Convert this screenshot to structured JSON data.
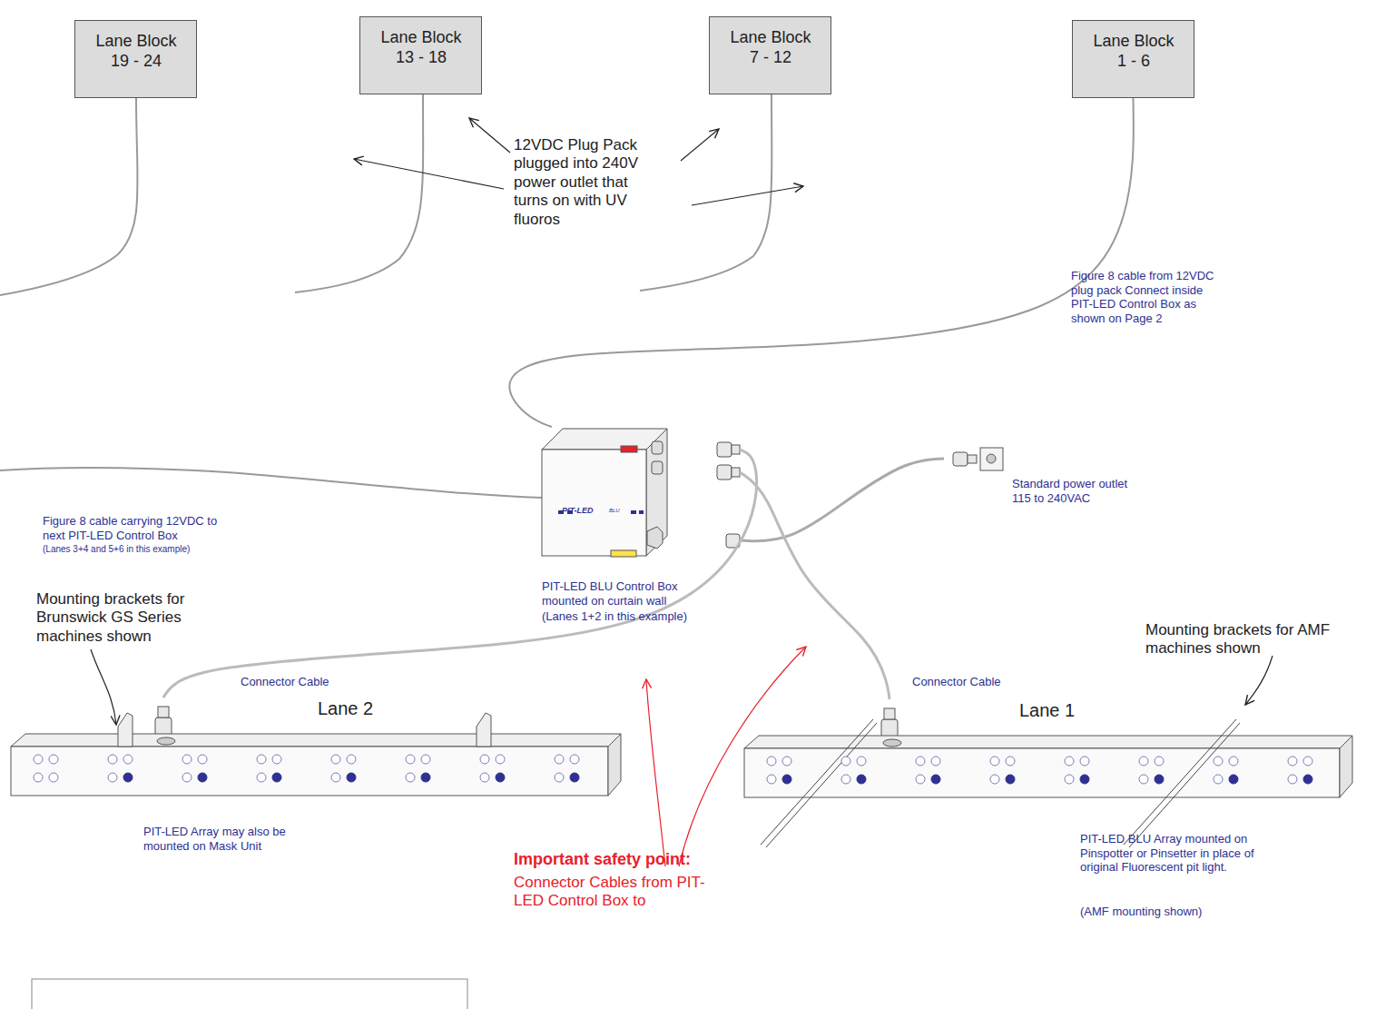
{
  "diagram": {
    "nodes": [
      {
        "text": [
          "Lane Block 19 - 24"
        ]
      },
      {
        "text": [
          "Lane Block 13 - 18"
        ]
      },
      {
        "text": [
          "Lane Block 7 - 12"
        ]
      },
      {
        "text": [
          "Lane Block 1 - 6"
        ]
      },
      {
        "text": [
          "PIT-LED",
          "BLU",
          "PIT-LED BLU Control Box mounted on curtain wall",
          "(Lanes 1+2 in this example)"
        ]
      },
      {
        "text": [
          "Standard power outlet 115 to 240VAC"
        ]
      },
      {
        "text": [
          "Lane 2"
        ]
      },
      {
        "text": [
          "Lane 1"
        ]
      }
    ],
    "edges": [
      {
        "from": 3,
        "to": 4,
        "arrow": "none"
      },
      {
        "from": 4,
        "to": 5,
        "arrow": "none"
      },
      {
        "from": 4,
        "to": 6,
        "label": "Connector Cable",
        "arrow": "none"
      },
      {
        "from": 4,
        "to": 7,
        "label": "Connector Cable",
        "arrow": "none"
      }
    ],
    "labels": [
      "12VDC Plug Pack plugged into 240V power outlet that turns on with UV fluoros",
      "Figure 8 cable from 12VDC plug pack Connect inside PIT-LED Control Box as shown on Page 2",
      "Figure 8 cable carrying 12VDC to next PIT-LED Control Box",
      "(Lanes 3+4 and 5+6 in this example)",
      "Mounting brackets for Brunswick GS Series machines shown",
      "Mounting brackets for AMF machines shown",
      "PIT-LED Array may also be mounted on Mask Unit",
      "Important safety point:",
      "Connector Cables from PIT-LED Control Box to",
      "PIT-LED BLU Array mounted on Pinspotter or Pinsetter in place of original Fluorescent pit light.",
      "(AMF mounting shown)"
    ]
  }
}
